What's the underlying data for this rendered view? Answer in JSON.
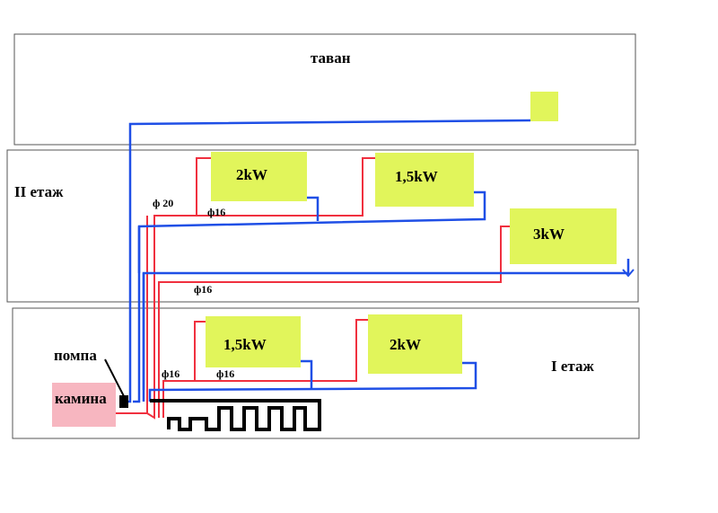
{
  "floors": {
    "attic": "таван",
    "second": "II етаж",
    "first": "I етаж"
  },
  "radiators": {
    "r2a": "2kW",
    "r2b": "1,5kW",
    "r2c": "3kW",
    "r1a": "1,5kW",
    "r1b": "2kW"
  },
  "pipes": {
    "d20": "ф 20",
    "d16_second": "ф16",
    "d16_middle": "ф16",
    "d16_first_a": "ф16",
    "d16_first_b": "ф16"
  },
  "devices": {
    "pump": "помпа",
    "fireplace": "камина"
  },
  "colors": {
    "radiator": "#e1f55b",
    "fireplace": "#f7b6c0",
    "supply": "#f0303f",
    "return": "#1f4fe6",
    "floor_heating": "#000000"
  }
}
